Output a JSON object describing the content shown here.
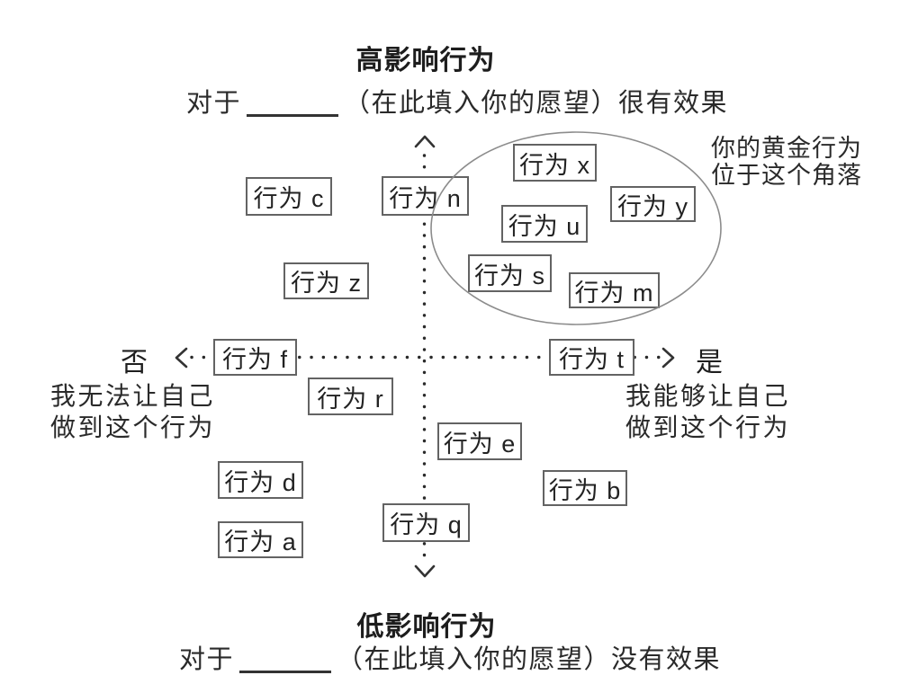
{
  "diagram": {
    "type": "quadrant-focus-map",
    "top": {
      "title": "高影响行为",
      "subtitle_prefix": "对于",
      "subtitle_suffix": "（在此填入你的愿望）很有效果"
    },
    "bottom": {
      "title": "低影响行为",
      "subtitle_prefix": "对于",
      "subtitle_suffix": "（在此填入你的愿望）没有效果"
    },
    "left_axis": {
      "label": "否",
      "desc_line1": "我无法让自己",
      "desc_line2": "做到这个行为"
    },
    "right_axis": {
      "label": "是",
      "desc_line1": "我能够让自己",
      "desc_line2": "做到这个行为"
    },
    "golden_note": {
      "line1": "你的黄金行为",
      "line2": "位于这个角落"
    },
    "behaviors": [
      {
        "label": "行为 c",
        "in_golden_circle": false
      },
      {
        "label": "行为 n",
        "in_golden_circle": false
      },
      {
        "label": "行为 x",
        "in_golden_circle": true
      },
      {
        "label": "行为 y",
        "in_golden_circle": true
      },
      {
        "label": "行为 u",
        "in_golden_circle": true
      },
      {
        "label": "行为 s",
        "in_golden_circle": true
      },
      {
        "label": "行为 z",
        "in_golden_circle": false
      },
      {
        "label": "行为 m",
        "in_golden_circle": true
      },
      {
        "label": "行为 f",
        "in_golden_circle": false
      },
      {
        "label": "行为 t",
        "in_golden_circle": false
      },
      {
        "label": "行为 r",
        "in_golden_circle": false
      },
      {
        "label": "行为 e",
        "in_golden_circle": false
      },
      {
        "label": "行为 d",
        "in_golden_circle": false
      },
      {
        "label": "行为 b",
        "in_golden_circle": false
      },
      {
        "label": "行为 q",
        "in_golden_circle": false
      },
      {
        "label": "行为 a",
        "in_golden_circle": false
      }
    ],
    "colors": {
      "background": "#ffffff",
      "text": "#222222",
      "box_border": "#636363",
      "axis_dots": "#2a2a2a",
      "ellipse_stroke": "#8c8c8c"
    }
  }
}
